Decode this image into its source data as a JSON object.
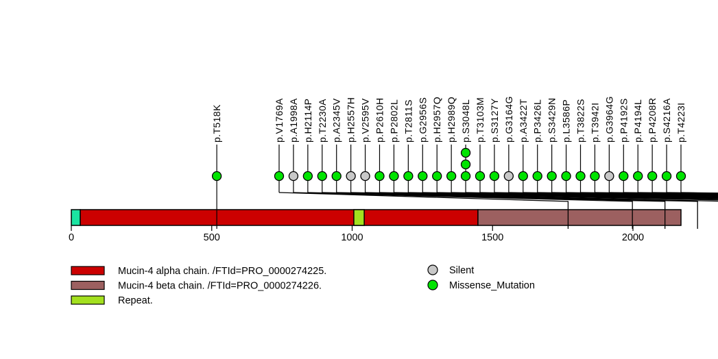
{
  "chart_data": {
    "type": "lollipop",
    "title": "",
    "xticks": [
      0,
      500,
      1000,
      1500,
      2000
    ],
    "protein_length_aa": 2171,
    "domains": [
      {
        "label": "",
        "start": 0,
        "end": 32,
        "color": "#1BE4A1"
      },
      {
        "label": "Mucin-4 alpha chain. /FTId=PRO_0000274225.",
        "start": 32,
        "end": 1448,
        "color": "#CC0000"
      },
      {
        "label": "Mucin-4 beta chain. /FTId=PRO_0000274226.",
        "start": 1448,
        "end": 2171,
        "color": "#9C6060"
      },
      {
        "label": "Repeat.",
        "start": 1006,
        "end": 1043,
        "color": "#A3E01F"
      }
    ],
    "mutations": [
      {
        "label": "p.T518K",
        "pos": 518,
        "type": "Missense_Mutation",
        "count": 1
      },
      {
        "label": "p.V1769A",
        "pos": 1769,
        "type": "Missense_Mutation",
        "count": 1
      },
      {
        "label": "p.A1998A",
        "pos": 1998,
        "type": "Silent",
        "count": 1
      },
      {
        "label": "p.H2114P",
        "pos": 2114,
        "type": "Missense_Mutation",
        "count": 1
      },
      {
        "label": "p.T2230A",
        "pos": 2230,
        "type": "Missense_Mutation",
        "count": 1
      },
      {
        "label": "p.A2345V",
        "pos": 2345,
        "type": "Missense_Mutation",
        "count": 1
      },
      {
        "label": "p.H2557H",
        "pos": 2557,
        "type": "Silent",
        "count": 1
      },
      {
        "label": "p.V2595V",
        "pos": 2595,
        "type": "Silent",
        "count": 1
      },
      {
        "label": "p.P2610H",
        "pos": 2610,
        "type": "Missense_Mutation",
        "count": 1
      },
      {
        "label": "p.P2802L",
        "pos": 2802,
        "type": "Missense_Mutation",
        "count": 1
      },
      {
        "label": "p.T2811S",
        "pos": 2811,
        "type": "Missense_Mutation",
        "count": 1
      },
      {
        "label": "p.G2956S",
        "pos": 2956,
        "type": "Missense_Mutation",
        "count": 1
      },
      {
        "label": "p.H2957Q",
        "pos": 2957,
        "type": "Missense_Mutation",
        "count": 1
      },
      {
        "label": "p.H2989Q",
        "pos": 2989,
        "type": "Missense_Mutation",
        "count": 1
      },
      {
        "label": "p.S3048L",
        "pos": 3048,
        "type": "Missense_Mutation",
        "count": 3
      },
      {
        "label": "p.T3103M",
        "pos": 3103,
        "type": "Missense_Mutation",
        "count": 1
      },
      {
        "label": "p.S3127Y",
        "pos": 3127,
        "type": "Missense_Mutation",
        "count": 1
      },
      {
        "label": "p.G3164G",
        "pos": 3164,
        "type": "Silent",
        "count": 1
      },
      {
        "label": "p.A3422T",
        "pos": 3422,
        "type": "Missense_Mutation",
        "count": 1
      },
      {
        "label": "p.P3426L",
        "pos": 3426,
        "type": "Missense_Mutation",
        "count": 1
      },
      {
        "label": "p.S3429N",
        "pos": 3429,
        "type": "Missense_Mutation",
        "count": 1
      },
      {
        "label": "p.L3586P",
        "pos": 3586,
        "type": "Missense_Mutation",
        "count": 1
      },
      {
        "label": "p.T3822S",
        "pos": 3822,
        "type": "Missense_Mutation",
        "count": 1
      },
      {
        "label": "p.T3942I",
        "pos": 3942,
        "type": "Missense_Mutation",
        "count": 1
      },
      {
        "label": "p.G3964G",
        "pos": 3964,
        "type": "Silent",
        "count": 1
      },
      {
        "label": "p.P4192S",
        "pos": 4192,
        "type": "Missense_Mutation",
        "count": 1
      },
      {
        "label": "p.P4194L",
        "pos": 4194,
        "type": "Missense_Mutation",
        "count": 1
      },
      {
        "label": "p.P4208R",
        "pos": 4208,
        "type": "Missense_Mutation",
        "count": 1
      },
      {
        "label": "p.S4216A",
        "pos": 4216,
        "type": "Missense_Mutation",
        "count": 1
      },
      {
        "label": "p.T4223I",
        "pos": 4223,
        "type": "Missense_Mutation",
        "count": 1
      }
    ],
    "legend_domains": [
      {
        "label": "Mucin-4 alpha chain. /FTId=PRO_0000274225.",
        "color": "#CC0000"
      },
      {
        "label": "Mucin-4 beta chain. /FTId=PRO_0000274226.",
        "color": "#9C6060"
      },
      {
        "label": "Repeat.",
        "color": "#A3E01F"
      }
    ],
    "legend_mutation_types": [
      {
        "label": "Silent",
        "color": "#C8C8C8"
      },
      {
        "label": "Missense_Mutation",
        "color": "#00E400"
      }
    ],
    "mutation_type_colors": {
      "Silent": "#C8C8C8",
      "Missense_Mutation": "#00E400"
    }
  }
}
